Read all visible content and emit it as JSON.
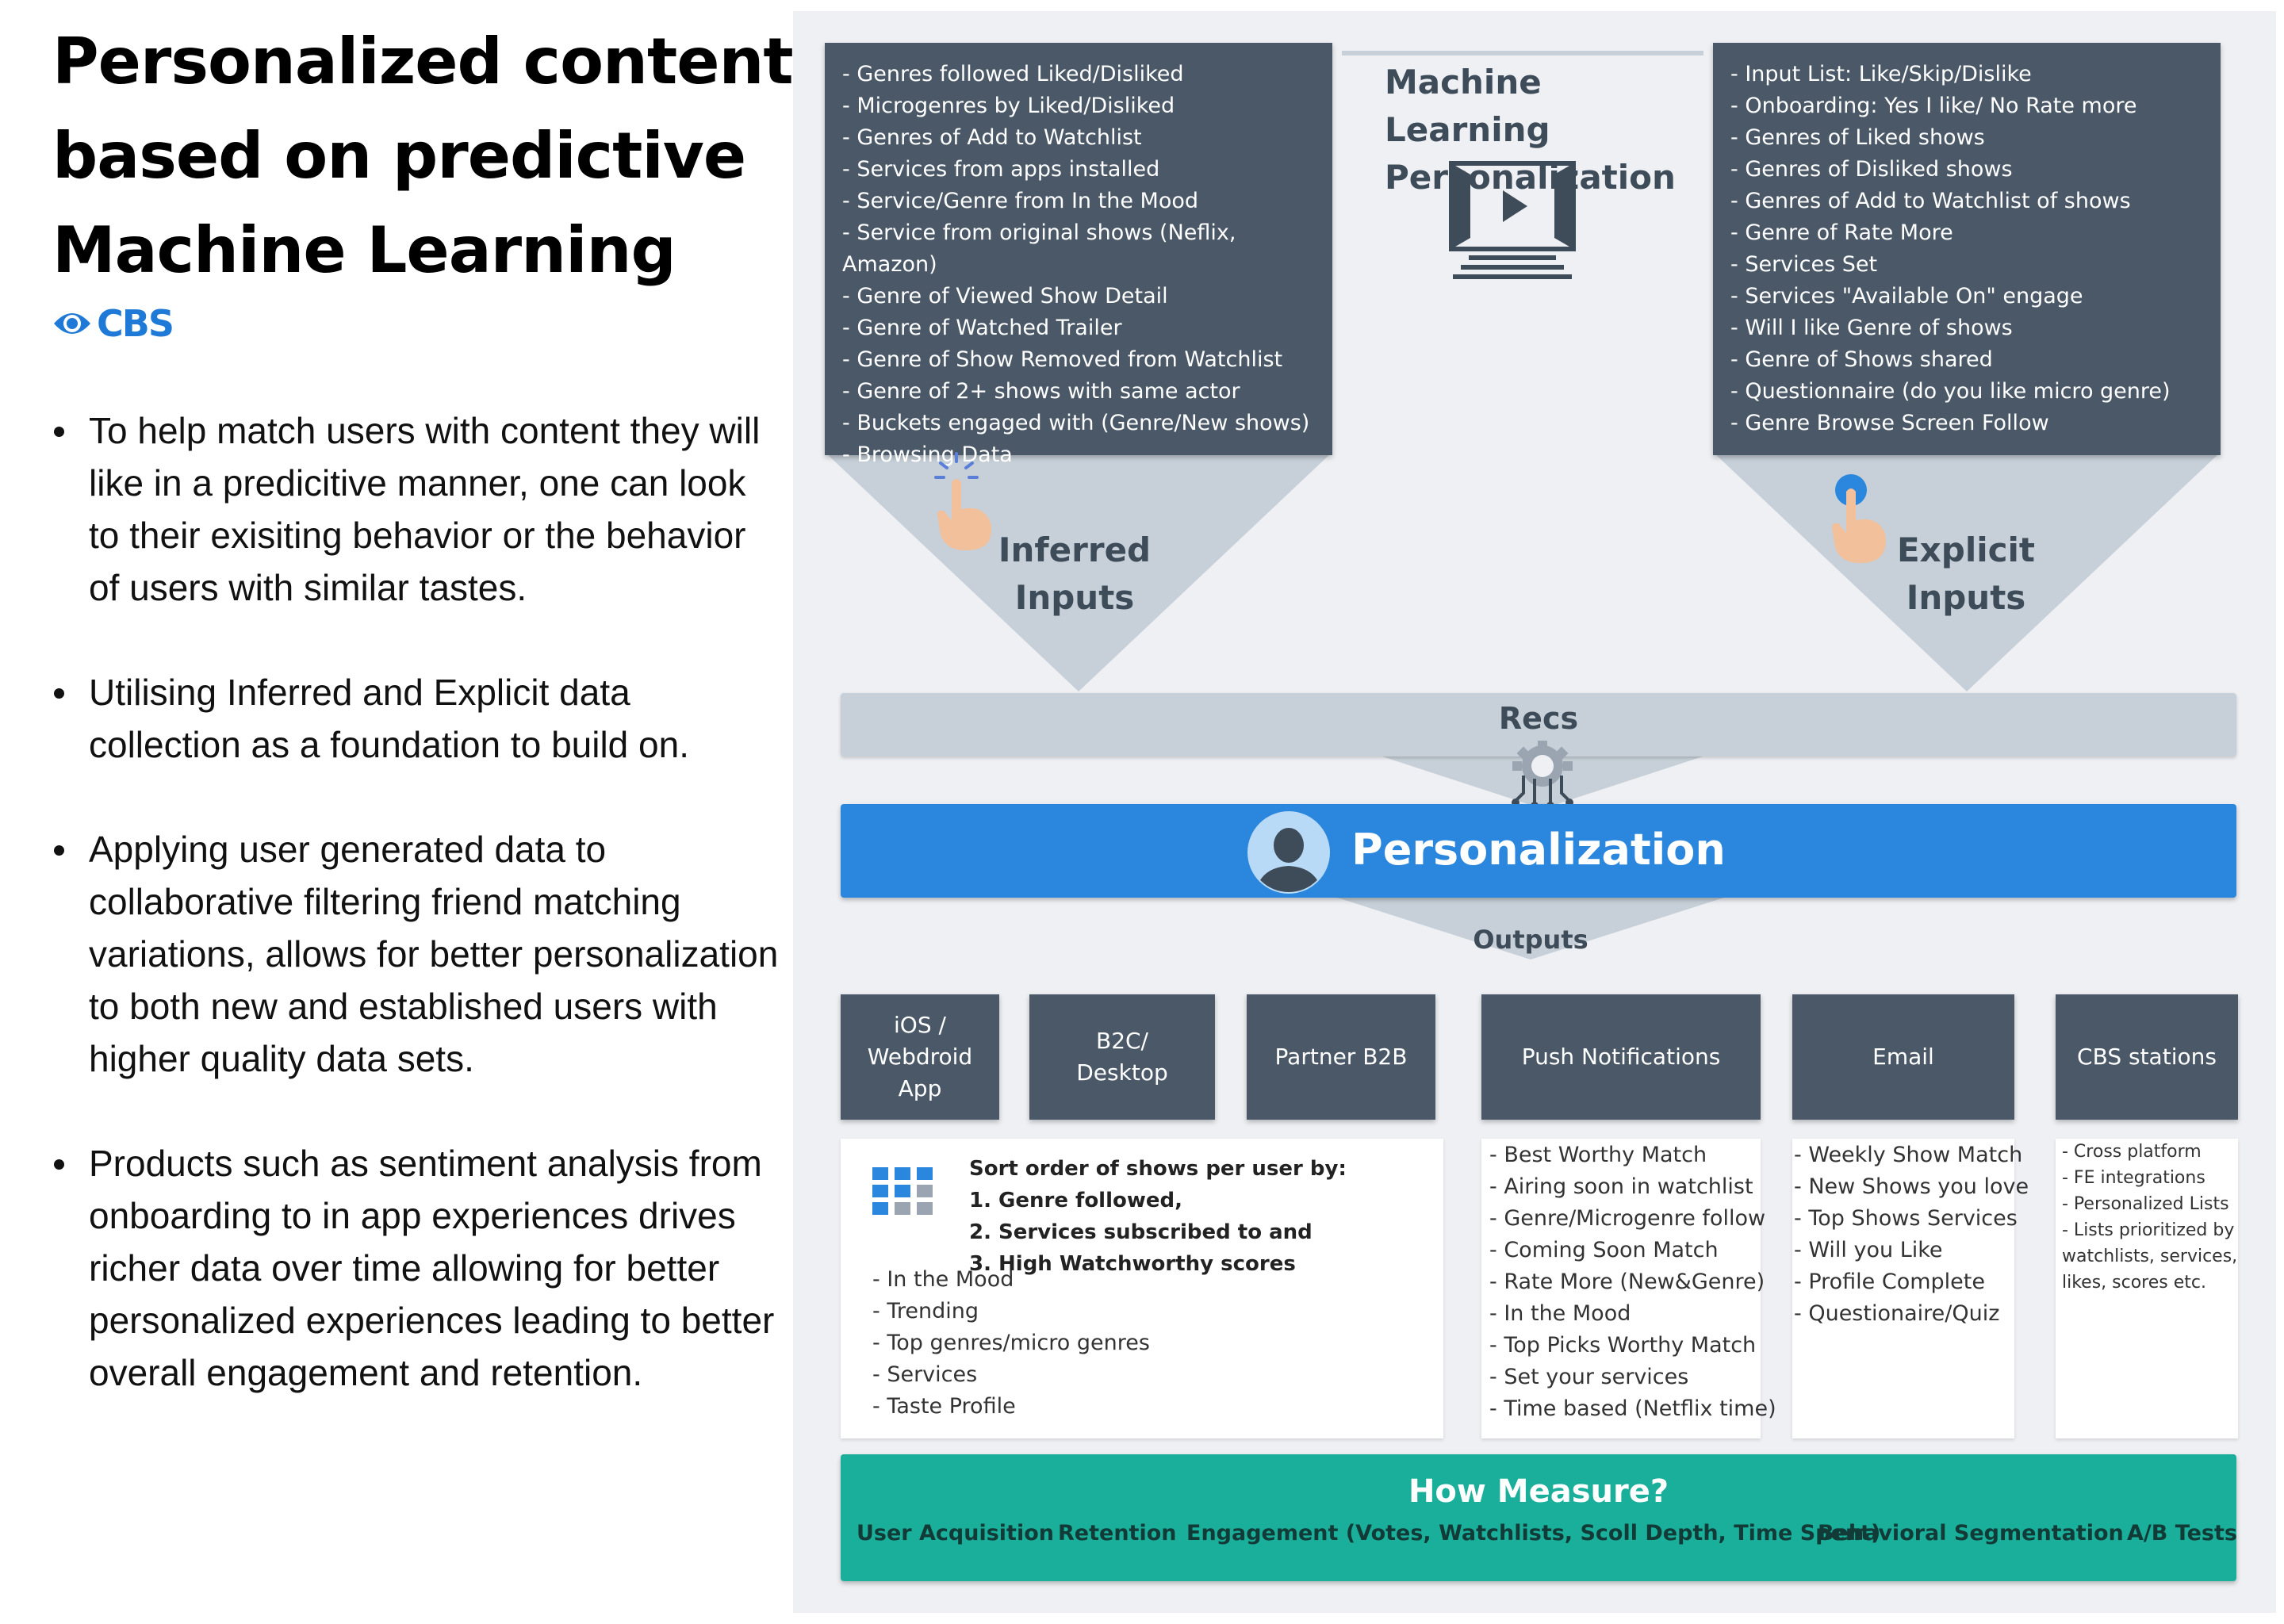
{
  "title_lines": [
    "Personalized content",
    "based on predictive",
    "Machine Learning"
  ],
  "logo": {
    "text": "CBS",
    "icon": "cbs-eye-icon",
    "color": "#1e7ad6"
  },
  "bullets": [
    "To help match users with content they will like in a predicitive manner, one can look to their exisiting behavior or the behavior of users with similar tastes.",
    "Utilising Inferred and Explicit data collection as a foundation to build on.",
    "Applying user generated data to collaborative filtering friend matching variations, allows for better personalization to both new and established users with higher quality data sets.",
    "Products such as sentiment analysis from onboarding to in app experiences drives richer data over time allowing for better personalized experiences leading to better overall engagement and retention."
  ],
  "diagram": {
    "ml_title_lines": [
      "Machine Learning",
      "Personalization"
    ],
    "ml_icon": "video-monitor-icon",
    "inferred": {
      "label_lines": [
        "Inferred",
        "Inputs"
      ],
      "icon": "tap-gesture-icon",
      "items": [
        "- Genres followed Liked/Disliked",
        "- Microgenres by Liked/Disliked",
        "- Genres of Add to Watchlist",
        "- Services from apps installed",
        "- Service/Genre from In the Mood",
        "- Service from original shows (Neflix, Amazon)",
        "- Genre of Viewed Show Detail",
        "- Genre of Watched Trailer",
        "- Genre of Show Removed from Watchlist",
        "- Genre of 2+ shows with same actor",
        "- Buckets engaged with (Genre/New shows)",
        "- Browsing Data"
      ]
    },
    "explicit": {
      "label_lines": [
        "Explicit",
        "Inputs"
      ],
      "icon": "touch-press-icon",
      "items": [
        "- Input List: Like/Skip/Dislike",
        "- Onboarding: Yes I like/ No Rate more",
        "- Genres of Liked shows",
        "- Genres of Disliked shows",
        "- Genres of Add to Watchlist of shows",
        "- Genre of Rate More",
        "- Services Set",
        "- Services \"Available On\" engage",
        "- Will I like Genre of shows",
        "- Genre of Shows shared",
        "- Questionnaire (do you like micro genre)",
        "- Genre Browse Screen Follow"
      ]
    },
    "recs_label": "Recs",
    "recs_icon": "gear-circuit-icon",
    "personalization_label": "Personalization",
    "personalization_icon": "user-avatar-icon",
    "outputs_label": "Outputs",
    "outputs": [
      {
        "label_lines": [
          "iOS /",
          "Webdroid",
          "App"
        ]
      },
      {
        "label_lines": [
          "B2C/",
          "Desktop"
        ]
      },
      {
        "label_lines": [
          "Partner B2B"
        ]
      },
      {
        "label_lines": [
          "Push Notifications"
        ]
      },
      {
        "label_lines": [
          "Email"
        ]
      },
      {
        "label_lines": [
          "CBS stations"
        ]
      }
    ],
    "apps_card": {
      "icon": "app-grid-icon",
      "sort_heading": [
        "Sort order of shows per user by:",
        "1. Genre followed,",
        "2. Services subscribed to and",
        "3. High Watchworthy scores"
      ],
      "items": [
        "- In the Mood",
        "- Trending",
        "- Top genres/micro genres",
        "- Services",
        "- Taste Profile"
      ]
    },
    "push_items": [
      "- Best Worthy Match",
      "- Airing soon in watchlist",
      "- Genre/Microgenre follow",
      "- Coming Soon Match",
      "- Rate More (New&Genre)",
      "- In the Mood",
      "- Top Picks Worthy Match",
      "- Set your services",
      "- Time based (Netflix time)"
    ],
    "email_items": [
      "- Weekly Show Match",
      "- New Shows you love",
      "- Top Shows Services",
      "- Will you Like",
      "- Profile Complete",
      "- Questionaire/Quiz"
    ],
    "stations_items": [
      "- Cross platform",
      "- FE integrations",
      "- Personalized Lists",
      "- Lists prioritized by",
      "watchlists, services,",
      "likes, scores etc."
    ],
    "measure_title": "How Measure?",
    "metrics": [
      "User Acquisition",
      "Retention",
      "Engagement (Votes, Watchlists, Scoll Depth, Time Spent)",
      "Behavioral Segmentation",
      "A/B Tests"
    ],
    "colors": {
      "panel_bg": "#eef0f4",
      "dark_box": "#4a5867",
      "triangle": "#c7d0d8",
      "personalization": "#2b86dd",
      "measure": "#1aaf9a"
    }
  }
}
